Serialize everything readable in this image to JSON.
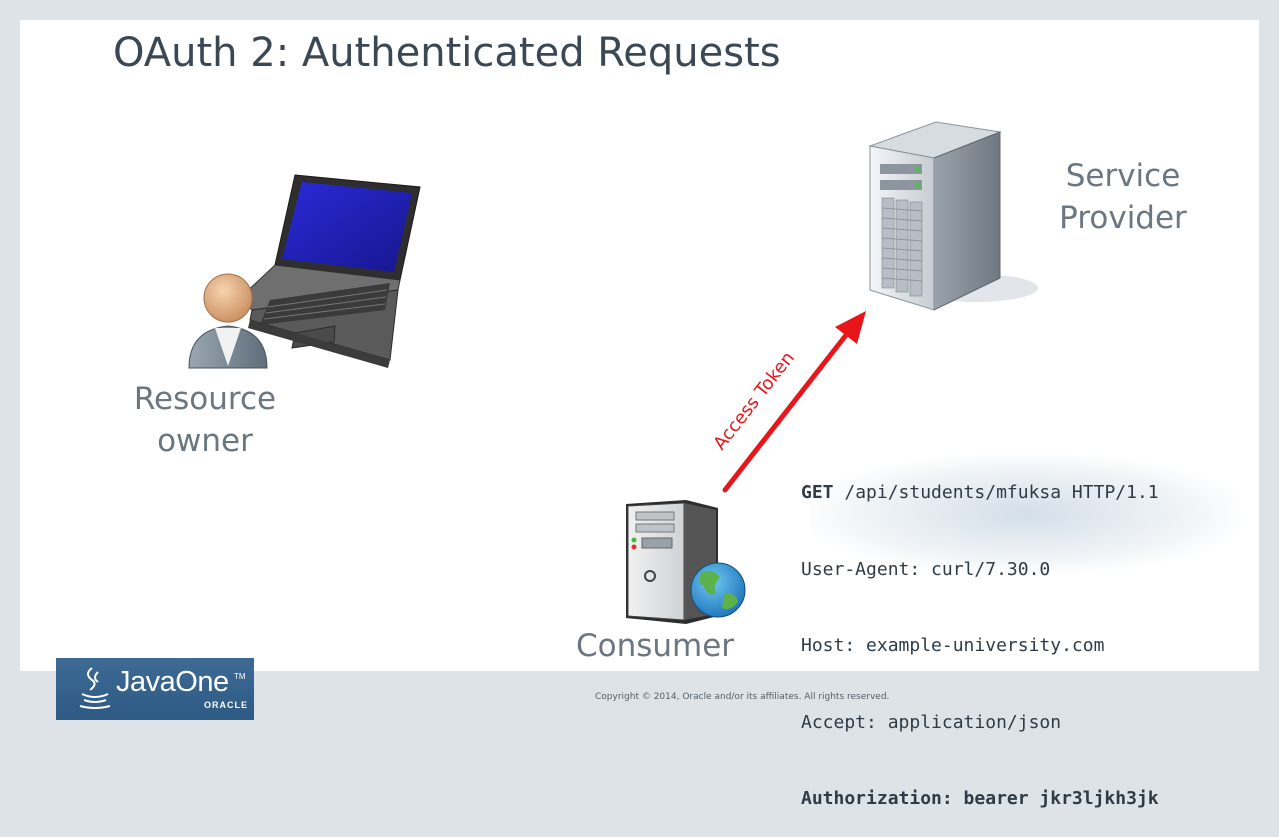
{
  "slide": {
    "title": "OAuth 2: Authenticated Requests"
  },
  "nodes": {
    "service_provider": [
      "Service",
      "Provider"
    ],
    "resource_owner": [
      "Resource",
      "owner"
    ],
    "consumer": [
      "Consumer"
    ]
  },
  "arrow": {
    "label": "Access Token",
    "color": "#e8161b"
  },
  "request": {
    "method": "GET",
    "path": " /api/students/mfuksa HTTP/1.1",
    "user_agent": "User-Agent: curl/7.30.0",
    "host": "Host: example-university.com",
    "accept": "Accept: application/json",
    "authorization": "Authorization: bearer jkr3ljkh3jk"
  },
  "footer": {
    "copyright": "Copyright © 2014, Oracle and/or its affiliates. All rights reserved."
  },
  "branding": {
    "logo_text": "JavaOne",
    "logo_tm": "TM",
    "logo_company": "ORACLE",
    "logo_color": "#2d5a84"
  }
}
